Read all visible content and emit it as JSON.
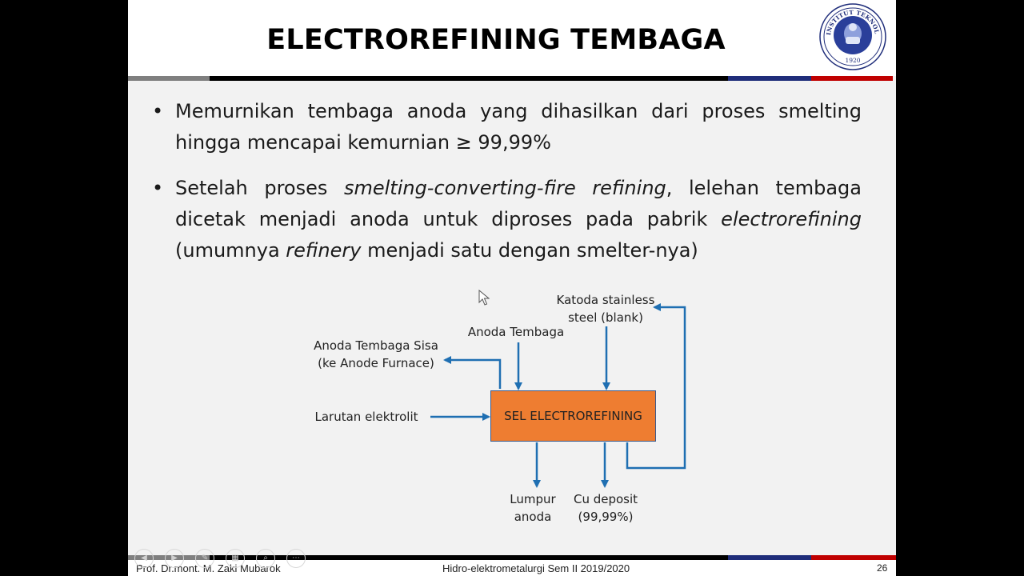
{
  "slide": {
    "title": "ELECTROREFINING TEMBAGA",
    "logo": {
      "text": "INSTITUT TEKNOLOGI BANDUNG",
      "year": "1920",
      "icon": "itb-ganesha-logo"
    },
    "bullets": [
      {
        "line1": "Memurnikan tembaga anoda yang dihasilkan dari proses smelting",
        "line2": "hingga mencapai kemurnian ≥ 99,99%"
      },
      {
        "l1_pre": "Setelah proses ",
        "l1_em": "smelting-converting-fire refining",
        "l1_post": ", lelehan tembaga",
        "l2_pre": "dicetak menjadi anoda untuk diproses pada pabrik ",
        "l2_em": "electrorefining",
        "l3_pre": "(umumnya ",
        "l3_em": "refinery",
        "l3_post": " menjadi satu dengan smelter-nya)"
      }
    ],
    "diagram": {
      "box": "SEL ELECTROREFINING",
      "katoda": [
        "Katoda stainless",
        "steel (blank)"
      ],
      "anoda_tembaga": "Anoda Tembaga",
      "anoda_sisa": [
        "Anoda Tembaga Sisa",
        "(ke Anode Furnace)"
      ],
      "larutan": "Larutan elektrolit",
      "lumpur": [
        "Lumpur",
        "anoda"
      ],
      "cu_deposit": [
        "Cu deposit",
        "(99,99%)"
      ]
    },
    "footer": {
      "author": "Prof. Dr.mont. M. Zaki Mubarok",
      "course": "Hidro-elektrometalurgi Sem II 2019/2020",
      "page": "26"
    }
  },
  "colors": {
    "box_fill": "#ee7d31",
    "arrow": "#1f6fb2",
    "bar_gray": "#7f7f7f",
    "bar_black": "#000000",
    "bar_navy": "#1f2d7a",
    "bar_red": "#c00000"
  }
}
